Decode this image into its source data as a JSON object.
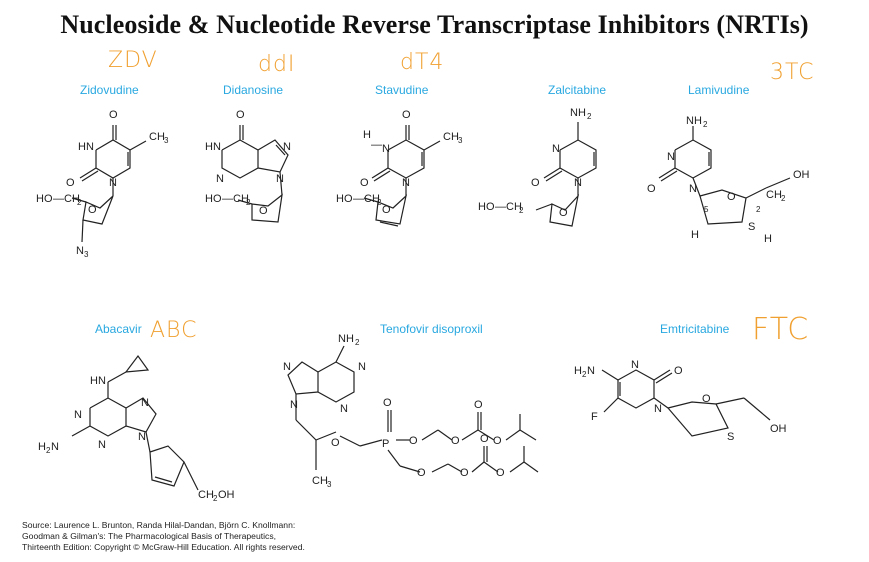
{
  "title": "Nucleoside & Nucleotide Reverse Transcriptase Inhibitors (NRTIs)",
  "drugs": [
    {
      "name": "Zidovudine",
      "annotation": "ZDV"
    },
    {
      "name": "Didanosine",
      "annotation": "ddI"
    },
    {
      "name": "Stavudine",
      "annotation": "dT4"
    },
    {
      "name": "Zalcitabine",
      "annotation": ""
    },
    {
      "name": "Lamivudine",
      "annotation": "3TC"
    },
    {
      "name": "Abacavir",
      "annotation": "ABC"
    },
    {
      "name": "Tenofovir disoproxil",
      "annotation": ""
    },
    {
      "name": "Emtricitabine",
      "annotation": "FTC"
    }
  ],
  "source_lines": [
    "Source: Laurence L. Brunton, Randa Hilal-Dandan, Björn C. Knollmann:",
    "Goodman & Gilman's: The Pharmacological Basis of Therapeutics,",
    "Thirteenth Edition: Copyright © McGraw-Hill Education. All rights reserved."
  ],
  "colors": {
    "drug_name": "#29a8e0",
    "handwriting": "#f0a030",
    "structure": "#222222"
  }
}
